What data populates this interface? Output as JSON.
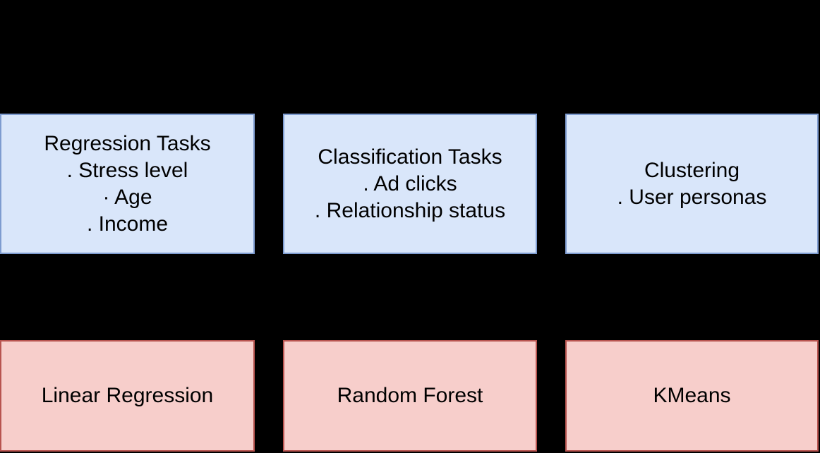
{
  "colors": {
    "background": "#000000",
    "task_fill": "#d9e6fa",
    "task_border": "#7e9cd0",
    "model_fill": "#f7cecb",
    "model_border": "#b85450",
    "text": "#000000"
  },
  "diagram": {
    "columns": [
      {
        "task_lines": [
          "Regression Tasks",
          ". Stress level",
          "· Age",
          ". Income"
        ],
        "model_label": "Linear Regression"
      },
      {
        "task_lines": [
          "Classification Tasks",
          ". Ad clicks",
          ". Relationship status"
        ],
        "model_label": "Random Forest"
      },
      {
        "task_lines": [
          "Clustering",
          ". User personas"
        ],
        "model_label": "KMeans"
      }
    ]
  }
}
